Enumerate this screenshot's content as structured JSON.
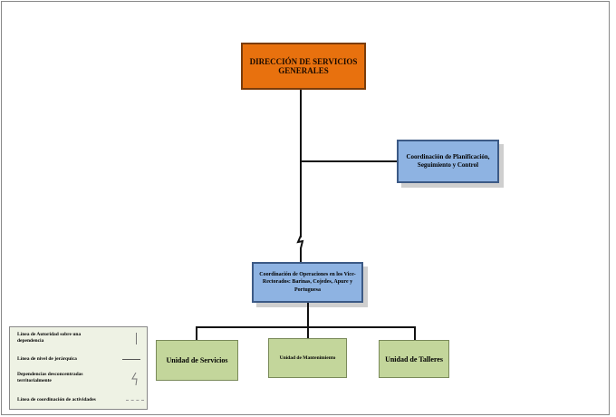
{
  "chart": {
    "director": "DIRECCIÓN  DE SERVICIOS GENERALES",
    "planning": "Coordinación de Planificación, Seguimiento y Control",
    "operations": "Coordinación de Operaciones en los Vice- Rectorados: Barinas, Cojedes, Apure y Portuguesa",
    "units": [
      "Unidad de Servicios",
      "Unidad de Mantenimiento",
      "Unidad de Talleres"
    ]
  },
  "legend": [
    "Línea de Autoridad sobre una dependencia",
    "Línea de nivel de jerárquica",
    "Dependencias desconcentradas territorialmente",
    "Línea de coordinación de actividades"
  ]
}
